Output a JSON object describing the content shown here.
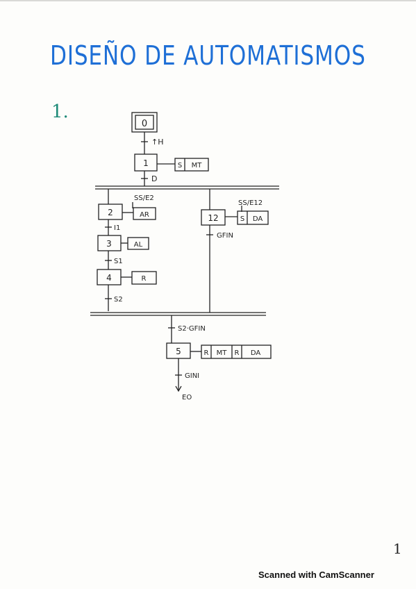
{
  "title": "DISEÑO DE AUTOMATISMOS",
  "section_number": "1.",
  "steps": {
    "s0": "0",
    "s1": "1",
    "s2": "2",
    "s3": "3",
    "s4": "4",
    "s12": "12",
    "s5": "5"
  },
  "actions": {
    "a1_qualifier": "S",
    "a1_name": "MT",
    "a2_name": "AR",
    "a3_name": "AL",
    "a4_name": "R",
    "a12_qualifier": "S",
    "a12_name": "DA",
    "a5_q1": "R",
    "a5_n1": "MT",
    "a5_q2": "R",
    "a5_n2": "DA"
  },
  "transitions": {
    "t0": "↑H",
    "t1": "D",
    "t2": "I1",
    "t3": "S1",
    "t4": "S2",
    "t12": "GFIN",
    "t5": "S2·GFIN",
    "t6": "GINI"
  },
  "branch_labels": {
    "left": "SS/E2",
    "right": "SS/E12"
  },
  "end_label": "EO",
  "page_number": "1",
  "scanner_text": "Scanned with CamScanner",
  "colors": {
    "title": "#1e6fd6",
    "section_number": "#1d8a77",
    "ink": "#222222"
  }
}
